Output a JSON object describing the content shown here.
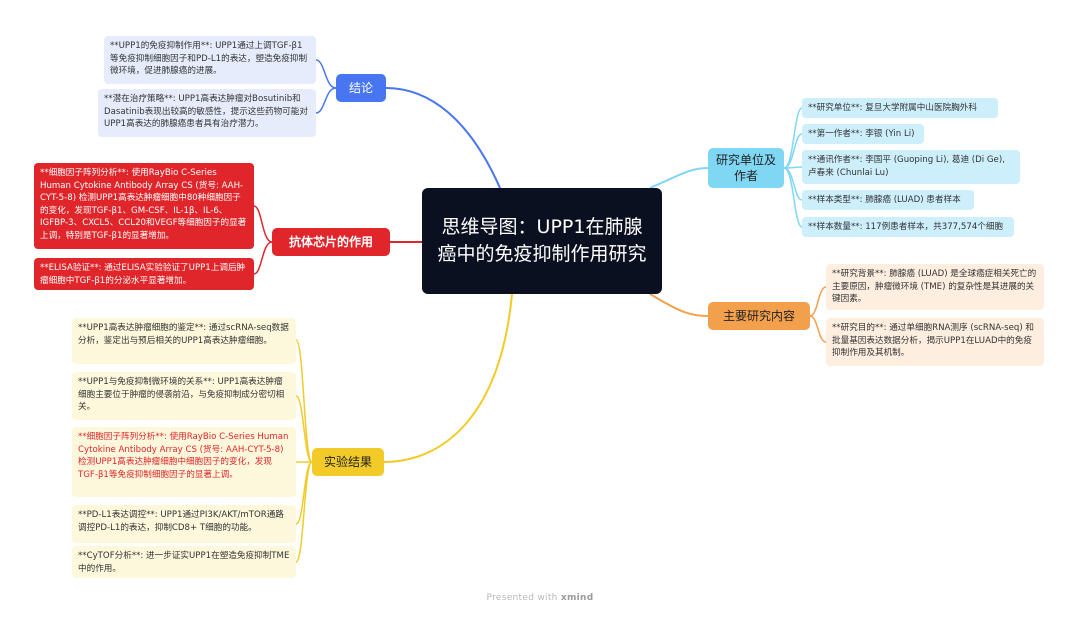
{
  "central": {
    "title": "思维导图：UPP1在肺腺癌中的免疫抑制作用研究"
  },
  "colors": {
    "central": "#0b1020",
    "blue": "#4876f0",
    "red": "#e0262b",
    "yellow": "#f2cb29",
    "cyan": "#7fd7f4",
    "orange": "#f3a04c"
  },
  "branches": {
    "conclusion": {
      "label": "结论",
      "leaves": [
        "**UPP1的免疫抑制作用**: UPP1通过上调TGF-β1等免疫抑制细胞因子和PD-L1的表达，塑造免疫抑制微环境，促进肺腺癌的进展。",
        "**潜在治疗策略**: UPP1高表达肿瘤对Bosutinib和Dasatinib表现出较高的敏感性，提示这些药物可能对UPP1高表达的肺腺癌患者具有治疗潜力。"
      ]
    },
    "antibody": {
      "label": "抗体芯片的作用",
      "leaves": [
        "**细胞因子阵列分析**: 使用RayBio C-Series Human Cytokine Antibody Array CS (货号: AAH-CYT-5-8) 检测UPP1高表达肿瘤细胞中80种细胞因子的变化，发现TGF-β1、GM-CSF、IL-1β、IL-6、IGFBP-3、CXCL5、CCL20和VEGF等细胞因子的显著上调，特别是TGF-β1的显著增加。",
        "**ELISA验证**: 通过ELISA实验验证了UPP1上调后肿瘤细胞中TGF-β1的分泌水平显著增加。"
      ]
    },
    "results": {
      "label": "实验结果",
      "leaves": [
        "**UPP1高表达肿瘤细胞的鉴定**: 通过scRNA-seq数据分析，鉴定出与预后相关的UPP1高表达肿瘤细胞。",
        "**UPP1与免疫抑制微环境的关系**: UPP1高表达肿瘤细胞主要位于肿瘤的侵袭前沿，与免疫抑制成分密切相关。",
        "**细胞因子阵列分析**: 使用RayBio C-Series Human Cytokine Antibody Array CS (货号: AAH-CYT-5-8) 检测UPP1高表达肿瘤细胞中细胞因子的变化，发现TGF-β1等免疫抑制细胞因子的显著上调。",
        "**PD-L1表达调控**: UPP1通过PI3K/AKT/mTOR通路调控PD-L1的表达，抑制CD8+ T细胞的功能。",
        "**CyTOF分析**: 进一步证实UPP1在塑造免疫抑制TME中的作用。"
      ]
    },
    "authors": {
      "label": "研究单位及作者",
      "leaves": [
        "**研究单位**: 复旦大学附属中山医院胸外科",
        "**第一作者**: 李银 (Yin Li)",
        "**通讯作者**: 李国平 (Guoping Li), 葛迪 (Di Ge), 卢春来 (Chunlai Lu)",
        "**样本类型**: 肺腺癌 (LUAD) 患者样本",
        "**样本数量**: 117例患者样本，共377,574个细胞"
      ]
    },
    "content": {
      "label": "主要研究内容",
      "leaves": [
        "**研究背景**: 肺腺癌 (LUAD) 是全球癌症相关死亡的主要原因，肿瘤微环境 (TME) 的复杂性是其进展的关键因素。",
        "**研究目的**: 通过单细胞RNA测序 (scRNA-seq) 和批量基因表达数据分析，揭示UPP1在LUAD中的免疫抑制作用及其机制。"
      ]
    }
  },
  "footer": {
    "prefix": "Presented with",
    "brand": "xmind"
  }
}
